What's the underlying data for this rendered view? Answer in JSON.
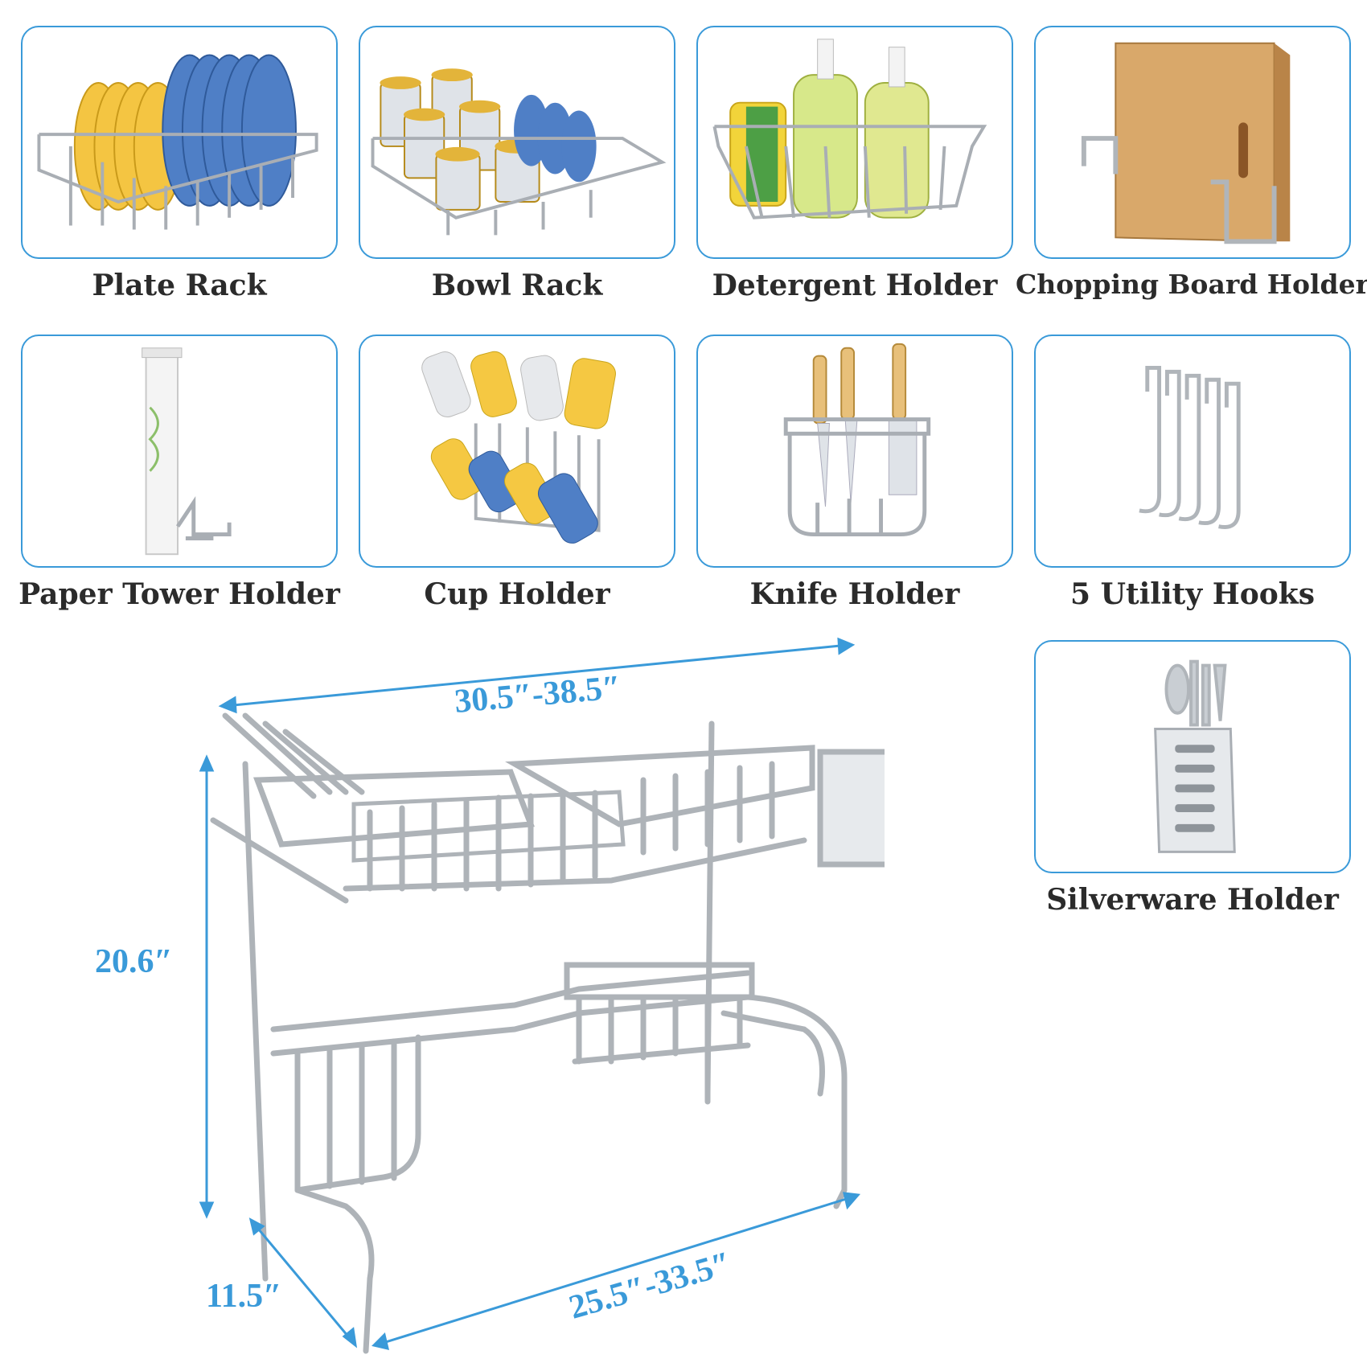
{
  "accessories": [
    {
      "label": "Plate Rack"
    },
    {
      "label": "Bowl Rack"
    },
    {
      "label": "Detergent Holder"
    },
    {
      "label": "Chopping Board Holder"
    },
    {
      "label": "Paper Tower Holder"
    },
    {
      "label": "Cup Holder"
    },
    {
      "label": "Knife Holder"
    },
    {
      "label": "5 Utility Hooks"
    },
    {
      "label": "Silverware Holder"
    }
  ],
  "dimensions": {
    "top_width": "30.5″-38.5″",
    "height": "20.6″",
    "depth": "11.5″",
    "bottom_width": "25.5″-33.5″"
  },
  "colors": {
    "border": "#3a9ad9",
    "dimension_text": "#3a9ad9",
    "label_text": "#2b2b2b",
    "steel": "#b9bec4"
  }
}
